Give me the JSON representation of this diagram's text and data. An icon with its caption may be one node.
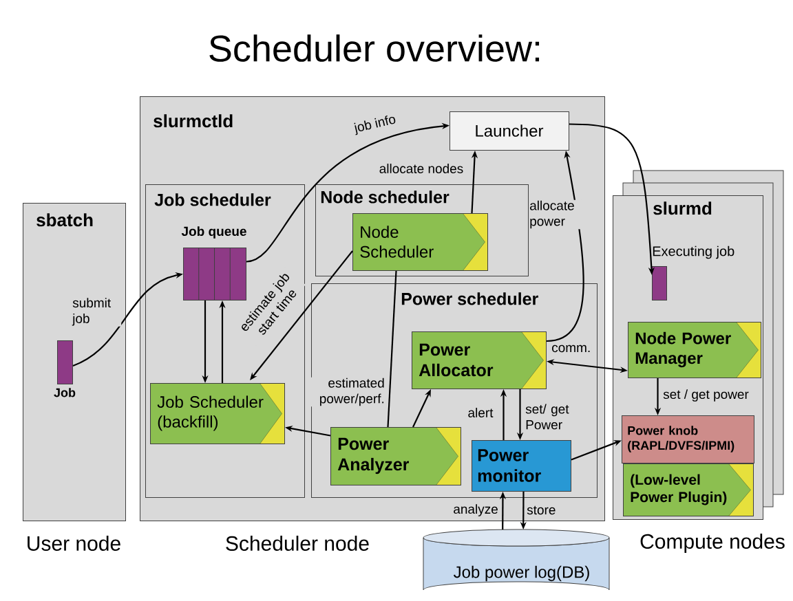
{
  "diagram": {
    "title": "Scheduler overview:",
    "nodes": [
      {
        "text": [
          "sbatch"
        ],
        "beside": [
          "User node"
        ]
      },
      {
        "text": [
          "Job"
        ],
        "in": 0
      },
      {
        "text": [
          "slurmctld"
        ],
        "beside": [
          "Scheduler node"
        ]
      },
      {
        "text": [
          "Launcher"
        ],
        "in": 2
      },
      {
        "text": [
          "Job scheduler"
        ],
        "in": 2
      },
      {
        "text": [
          "Job queue"
        ],
        "in": 4
      },
      {
        "text": [
          "Job Scheduler (backfill)"
        ],
        "in": 4
      },
      {
        "text": [
          "Node scheduler"
        ],
        "in": 2
      },
      {
        "text": [
          "Node Scheduler"
        ],
        "in": 7
      },
      {
        "text": [
          "Power scheduler"
        ],
        "in": 2
      },
      {
        "text": [
          "Power Allocator"
        ],
        "in": 9
      },
      {
        "text": [
          "Power Analyzer"
        ],
        "in": 9
      },
      {
        "text": [
          "Power monitor"
        ],
        "in": 9
      },
      {
        "text": [
          "slurmd"
        ],
        "beside": [
          "Compute nodes"
        ]
      },
      {
        "text": [
          "Executing job"
        ],
        "in": 13
      },
      {
        "text": [
          "Node Power Manager"
        ],
        "in": 13
      },
      {
        "text": [
          "Power knob (RAPL/DVFS/IPMI)"
        ],
        "in": 13
      },
      {
        "text": [
          "(Low-level Power Plugin)"
        ],
        "in": 13
      },
      {
        "text": [
          "Job power log(DB)"
        ]
      }
    ],
    "edges": [
      {
        "from": 1,
        "to": 5,
        "arrow": "to",
        "label": "submit job"
      },
      {
        "from": 5,
        "to": 3,
        "arrow": "to",
        "label": "job info"
      },
      {
        "from": 5,
        "to": 6,
        "arrow": "to"
      },
      {
        "from": 6,
        "to": 5,
        "arrow": "to"
      },
      {
        "from": 8,
        "to": 6,
        "arrow": "to",
        "label": "estimate job start time"
      },
      {
        "from": 8,
        "to": 3,
        "arrow": "to",
        "label": "allocate nodes"
      },
      {
        "from": 11,
        "to": 8,
        "arrow": "none",
        "label": "estimated power/perf."
      },
      {
        "from": 11,
        "to": 6,
        "arrow": "to"
      },
      {
        "from": 11,
        "to": 10,
        "arrow": "to"
      },
      {
        "from": 10,
        "to": 3,
        "arrow": "to",
        "label": "allocate power"
      },
      {
        "from": 15,
        "to": 10,
        "arrow": "both",
        "label": "comm."
      },
      {
        "from": 12,
        "to": 10,
        "arrow": "to",
        "label": "alert"
      },
      {
        "from": 10,
        "to": 12,
        "arrow": "to",
        "label": "set/ get Power"
      },
      {
        "from": 12,
        "to": 16,
        "arrow": "to"
      },
      {
        "from": 15,
        "to": 16,
        "arrow": "to",
        "label": "set / get power"
      },
      {
        "from": 18,
        "to": 12,
        "arrow": "to",
        "label": "analyze"
      },
      {
        "from": 12,
        "to": 18,
        "arrow": "to",
        "label": "store"
      },
      {
        "from": 3,
        "to": 14,
        "arrow": "to"
      }
    ]
  }
}
